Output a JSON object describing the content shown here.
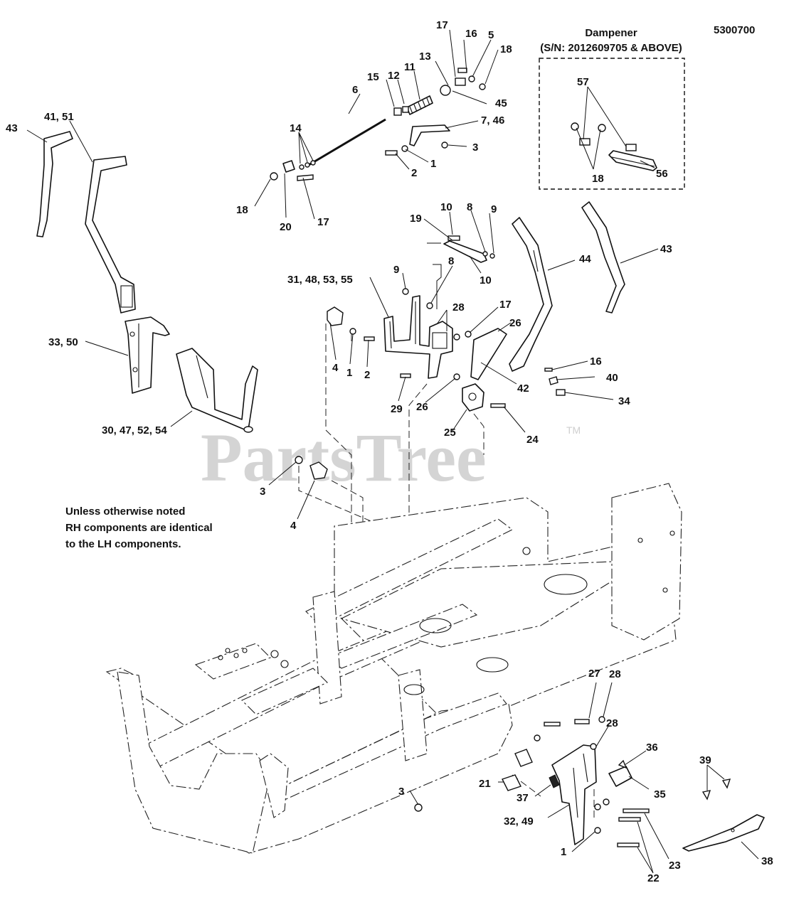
{
  "diagram_id": "5300700",
  "inset": {
    "title": "Dampener",
    "subtitle": "(S/N: 2012609705 & ABOVE)"
  },
  "note_lines": [
    "Unless otherwise noted",
    "RH components are identical",
    "to the LH components."
  ],
  "watermark": {
    "text": "PartsTree",
    "trademark": "TM"
  },
  "callouts": [
    {
      "id": "c01",
      "text": "17"
    },
    {
      "id": "c02",
      "text": "16"
    },
    {
      "id": "c03",
      "text": "5"
    },
    {
      "id": "c04",
      "text": "18"
    },
    {
      "id": "c05",
      "text": "13"
    },
    {
      "id": "c06",
      "text": "15"
    },
    {
      "id": "c07",
      "text": "12"
    },
    {
      "id": "c08",
      "text": "11"
    },
    {
      "id": "c09",
      "text": "6"
    },
    {
      "id": "c10",
      "text": "45"
    },
    {
      "id": "c11",
      "text": "7, 46"
    },
    {
      "id": "c12",
      "text": "3"
    },
    {
      "id": "c13",
      "text": "14"
    },
    {
      "id": "c14",
      "text": "2"
    },
    {
      "id": "c15",
      "text": "1"
    },
    {
      "id": "c16",
      "text": "18"
    },
    {
      "id": "c17",
      "text": "20"
    },
    {
      "id": "c18",
      "text": "17"
    },
    {
      "id": "c19",
      "text": "43"
    },
    {
      "id": "c20",
      "text": "41, 51"
    },
    {
      "id": "c21",
      "text": "57"
    },
    {
      "id": "c22",
      "text": "18"
    },
    {
      "id": "c23",
      "text": "56"
    },
    {
      "id": "c24",
      "text": "10"
    },
    {
      "id": "c25",
      "text": "8"
    },
    {
      "id": "c26",
      "text": "9"
    },
    {
      "id": "c27",
      "text": "19"
    },
    {
      "id": "c28",
      "text": "10"
    },
    {
      "id": "c29",
      "text": "9"
    },
    {
      "id": "c30",
      "text": "8"
    },
    {
      "id": "c31",
      "text": "31, 48, 53, 55"
    },
    {
      "id": "c32",
      "text": "28"
    },
    {
      "id": "c33",
      "text": "17"
    },
    {
      "id": "c34",
      "text": "26"
    },
    {
      "id": "c35",
      "text": "44"
    },
    {
      "id": "c36",
      "text": "43"
    },
    {
      "id": "c37",
      "text": "33, 50"
    },
    {
      "id": "c38",
      "text": "4"
    },
    {
      "id": "c39",
      "text": "1"
    },
    {
      "id": "c40",
      "text": "2"
    },
    {
      "id": "c41",
      "text": "16"
    },
    {
      "id": "c42",
      "text": "40"
    },
    {
      "id": "c43",
      "text": "34"
    },
    {
      "id": "c44",
      "text": "42"
    },
    {
      "id": "c45",
      "text": "29"
    },
    {
      "id": "c46",
      "text": "26"
    },
    {
      "id": "c47",
      "text": "25"
    },
    {
      "id": "c48",
      "text": "24"
    },
    {
      "id": "c49",
      "text": "30, 47, 52, 54"
    },
    {
      "id": "c50",
      "text": "3"
    },
    {
      "id": "c51",
      "text": "4"
    },
    {
      "id": "c52",
      "text": "27"
    },
    {
      "id": "c53",
      "text": "28"
    },
    {
      "id": "c54",
      "text": "28"
    },
    {
      "id": "c55",
      "text": "36"
    },
    {
      "id": "c56",
      "text": "39"
    },
    {
      "id": "c57",
      "text": "21"
    },
    {
      "id": "c58",
      "text": "37"
    },
    {
      "id": "c59",
      "text": "35"
    },
    {
      "id": "c60",
      "text": "3"
    },
    {
      "id": "c61",
      "text": "32, 49"
    },
    {
      "id": "c62",
      "text": "1"
    },
    {
      "id": "c63",
      "text": "23"
    },
    {
      "id": "c64",
      "text": "22"
    },
    {
      "id": "c65",
      "text": "38"
    }
  ]
}
